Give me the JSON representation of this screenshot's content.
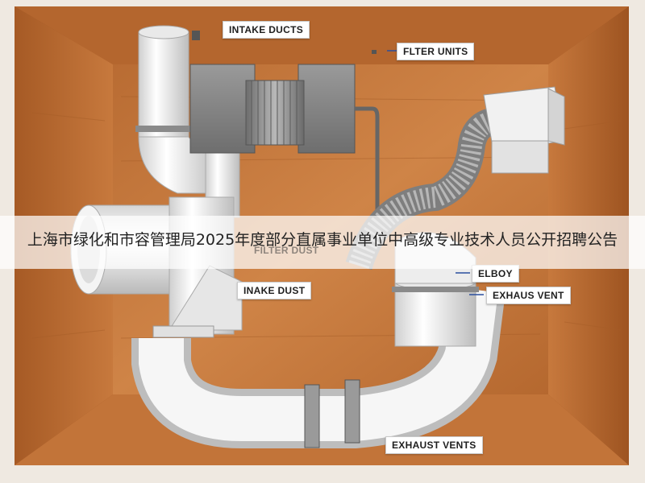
{
  "banner": {
    "text": "上海市绿化和市容管理局2025年度部分直属事业单位中高级专业技术人员公开招聘公告"
  },
  "labels": {
    "intake_ducts": "INTAKE DUCTS",
    "filter_units": "FLTER UNITS",
    "intake_dust": "INAKE DUST",
    "elbow": "ELBOY",
    "exhaust_vent": "EXHAUS VENT",
    "exhaust_vents": "EXHAUST VENTS",
    "faded_center": "FILTER DUST"
  },
  "colors": {
    "wood": "#c87a3c",
    "wood_dark": "#8f4e1f",
    "pipe": "#f2f2f2",
    "metal": "#8c8c8c"
  }
}
